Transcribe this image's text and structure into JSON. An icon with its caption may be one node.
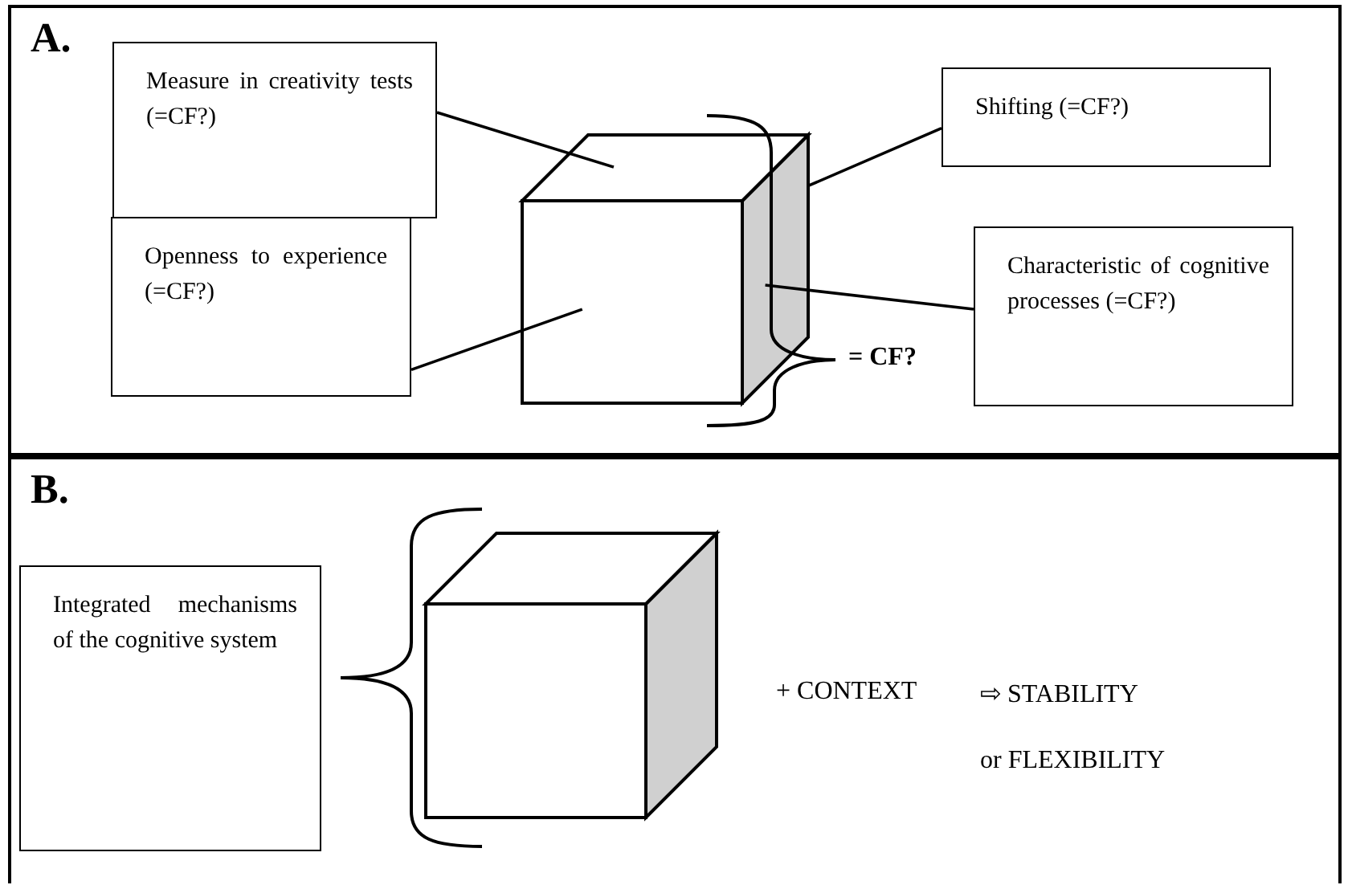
{
  "diagram": {
    "nodes": [
      {
        "text": [
          "A."
        ]
      },
      {
        "text": [
          "Measure in creativity tests (=CF?)"
        ],
        "in": 0
      },
      {
        "text": [
          "Openness to experience (=CF?)"
        ],
        "in": 0
      },
      {
        "text": [],
        "shape": "cube",
        "in": 0
      },
      {
        "text": [
          "Shifting (=CF?)"
        ],
        "in": 0
      },
      {
        "text": [
          "Characteristic of cognitive processes (=CF?)"
        ],
        "in": 0
      },
      {
        "text": [
          "B."
        ]
      },
      {
        "text": [
          "Integrated mechanisms of the cognitive system"
        ],
        "in": 6
      },
      {
        "text": [],
        "shape": "cube",
        "in": 6
      }
    ],
    "edges": [
      {
        "from": 1,
        "to": 3,
        "arrow": "none"
      },
      {
        "from": 2,
        "to": 3,
        "arrow": "none"
      },
      {
        "from": 4,
        "to": 3,
        "arrow": "none"
      },
      {
        "from": 5,
        "to": 3,
        "arrow": "none"
      }
    ],
    "labels": [
      "= CF?",
      "+ CONTEXT",
      "⇨ STABILITY",
      "or FLEXIBILITY"
    ]
  }
}
